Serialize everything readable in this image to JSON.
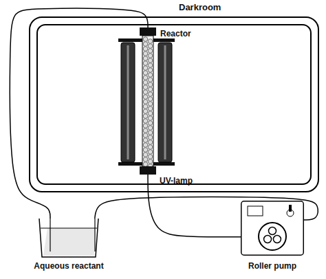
{
  "diagram": {
    "nodes": [
      {
        "text": [
          "Darkroom"
        ]
      },
      {
        "text": [
          "Reactor"
        ],
        "in": 0
      },
      {
        "text": [
          "Aqueous reactant"
        ]
      },
      {
        "text": [
          "Roller pump"
        ]
      }
    ],
    "edges": [
      {
        "from": 2,
        "to": 1,
        "arrow": "none"
      },
      {
        "from": 1,
        "to": 3,
        "arrow": "none"
      },
      {
        "from": 3,
        "to": 2,
        "arrow": "none"
      }
    ],
    "labels": [
      "UV-lamp"
    ]
  }
}
